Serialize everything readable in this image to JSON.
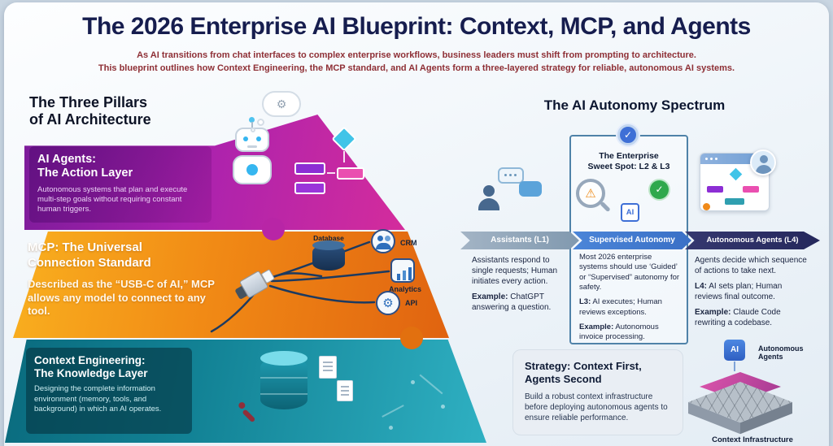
{
  "palette": {
    "title_navy": "#161d4e",
    "subtitle_red": "#8e2f35",
    "agents_purple": "#a21ea8",
    "mcp_orange": "#ef8315",
    "context_teal": "#128295",
    "supervised_blue": "#3e76c9",
    "autonomous_navy": "#2c2f6b"
  },
  "icons": {
    "gear": "⚙",
    "warning": "⚠",
    "check": "✓"
  },
  "header": {
    "title": "The 2026 Enterprise AI Blueprint: Context, MCP, and Agents",
    "sub1": "As AI transitions from chat interfaces to complex enterprise workflows, business leaders must shift from prompting to architecture.",
    "sub2": "This blueprint outlines how Context Engineering, the MCP standard, and AI Agents form a three-layered strategy for reliable, autonomous AI systems."
  },
  "pillars": {
    "heading1": "The Three Pillars",
    "heading2": "of AI Architecture",
    "agents": {
      "title1": "AI Agents:",
      "title2": "The Action Layer",
      "body": "Autonomous systems that plan and execute multi-step goals without requiring constant human triggers."
    },
    "mcp": {
      "title1": "MCP: The Universal",
      "title2": "Connection Standard",
      "body": "Described as the “USB-C of AI,” MCP allows any model to connect to any tool."
    },
    "context": {
      "title1": "Context Engineering:",
      "title2": "The Knowledge Layer",
      "body": "Designing the complete information environment (memory, tools, and background) in which an AI operates."
    },
    "tools": {
      "database": "Database",
      "crm": "CRM",
      "analytics": "Analytics",
      "api": "API"
    }
  },
  "spectrum": {
    "heading": "The AI Autonomy Spectrum",
    "sweet_spot": {
      "line1": "The Enterprise",
      "line2": "Sweet Spot: L2 & L3"
    },
    "ai_chip": "AI",
    "assistants": {
      "label": "Assistants (L1)",
      "p1": "Assistants respond to single requests; Human initiates every action.",
      "example_label": "Example:",
      "example": "ChatGPT answering a question."
    },
    "supervised": {
      "label": "Supervised Autonomy",
      "p1": "Most 2026 enterprise systems should use ‘Guided’ or “Supervised” autonomy for safety.",
      "l_label": "L3:",
      "l_text": "AI executes; Human reviews exceptions.",
      "example_label": "Example:",
      "example": "Autonomous invoice processing."
    },
    "autonomous": {
      "label": "Autonomous Agents (L4)",
      "p1": "Agents decide which sequence of actions to take next.",
      "l_label": "L4:",
      "l_text": "AI sets plan; Human reviews final outcome.",
      "example_label": "Example:",
      "example": "Claude Code rewriting a codebase."
    }
  },
  "strategy": {
    "title1": "Strategy: Context First,",
    "title2": "Agents Second",
    "body": "Build a robust context infrastructure before deploying autonomous agents to ensure reliable performance.",
    "chip": "AI",
    "top_label": "Autonomous Agents",
    "bottom_label": "Context Infrastructure"
  }
}
